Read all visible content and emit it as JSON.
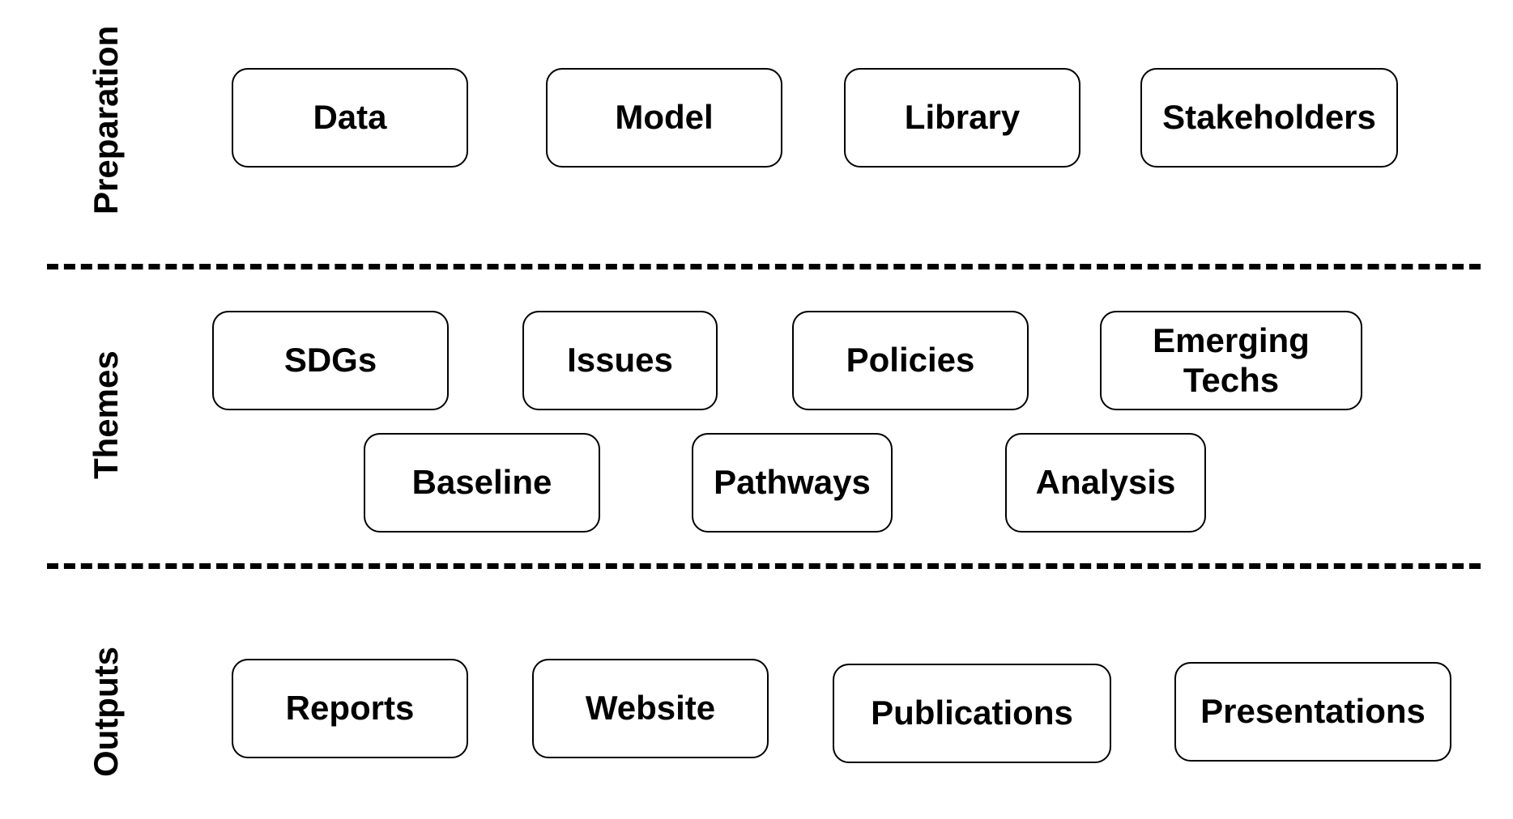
{
  "sections": {
    "preparation": "Preparation",
    "themes": "Themes",
    "outputs": "Outputs"
  },
  "preparation_boxes": [
    "Data",
    "Model",
    "Library",
    "Stakeholders"
  ],
  "themes_boxes": {
    "row1": [
      "SDGs",
      "Issues",
      "Policies",
      [
        "Emerging",
        "Techs"
      ]
    ],
    "row2": [
      "Baseline",
      "Pathways",
      "Analysis"
    ]
  },
  "outputs_boxes": [
    "Reports",
    "Website",
    "Publications",
    "Presentations"
  ],
  "colors": {
    "stroke": "#000000",
    "background": "#ffffff"
  }
}
